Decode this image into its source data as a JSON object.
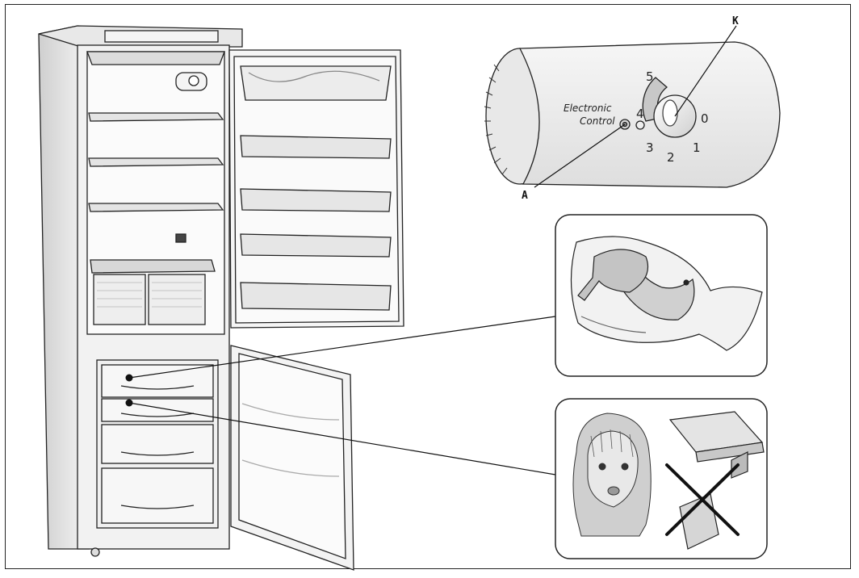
{
  "labels": {
    "callout_k": "K",
    "callout_a": "A",
    "electronic_control": [
      "Electronic",
      "Control"
    ],
    "dial_numbers": [
      "5",
      "4",
      "3",
      "2",
      "1",
      "0"
    ]
  },
  "colors": {
    "stroke": "#222222",
    "appliance_fill": "#ececec",
    "shelf_fill": "#dcdcdc",
    "cross": "#111111"
  }
}
